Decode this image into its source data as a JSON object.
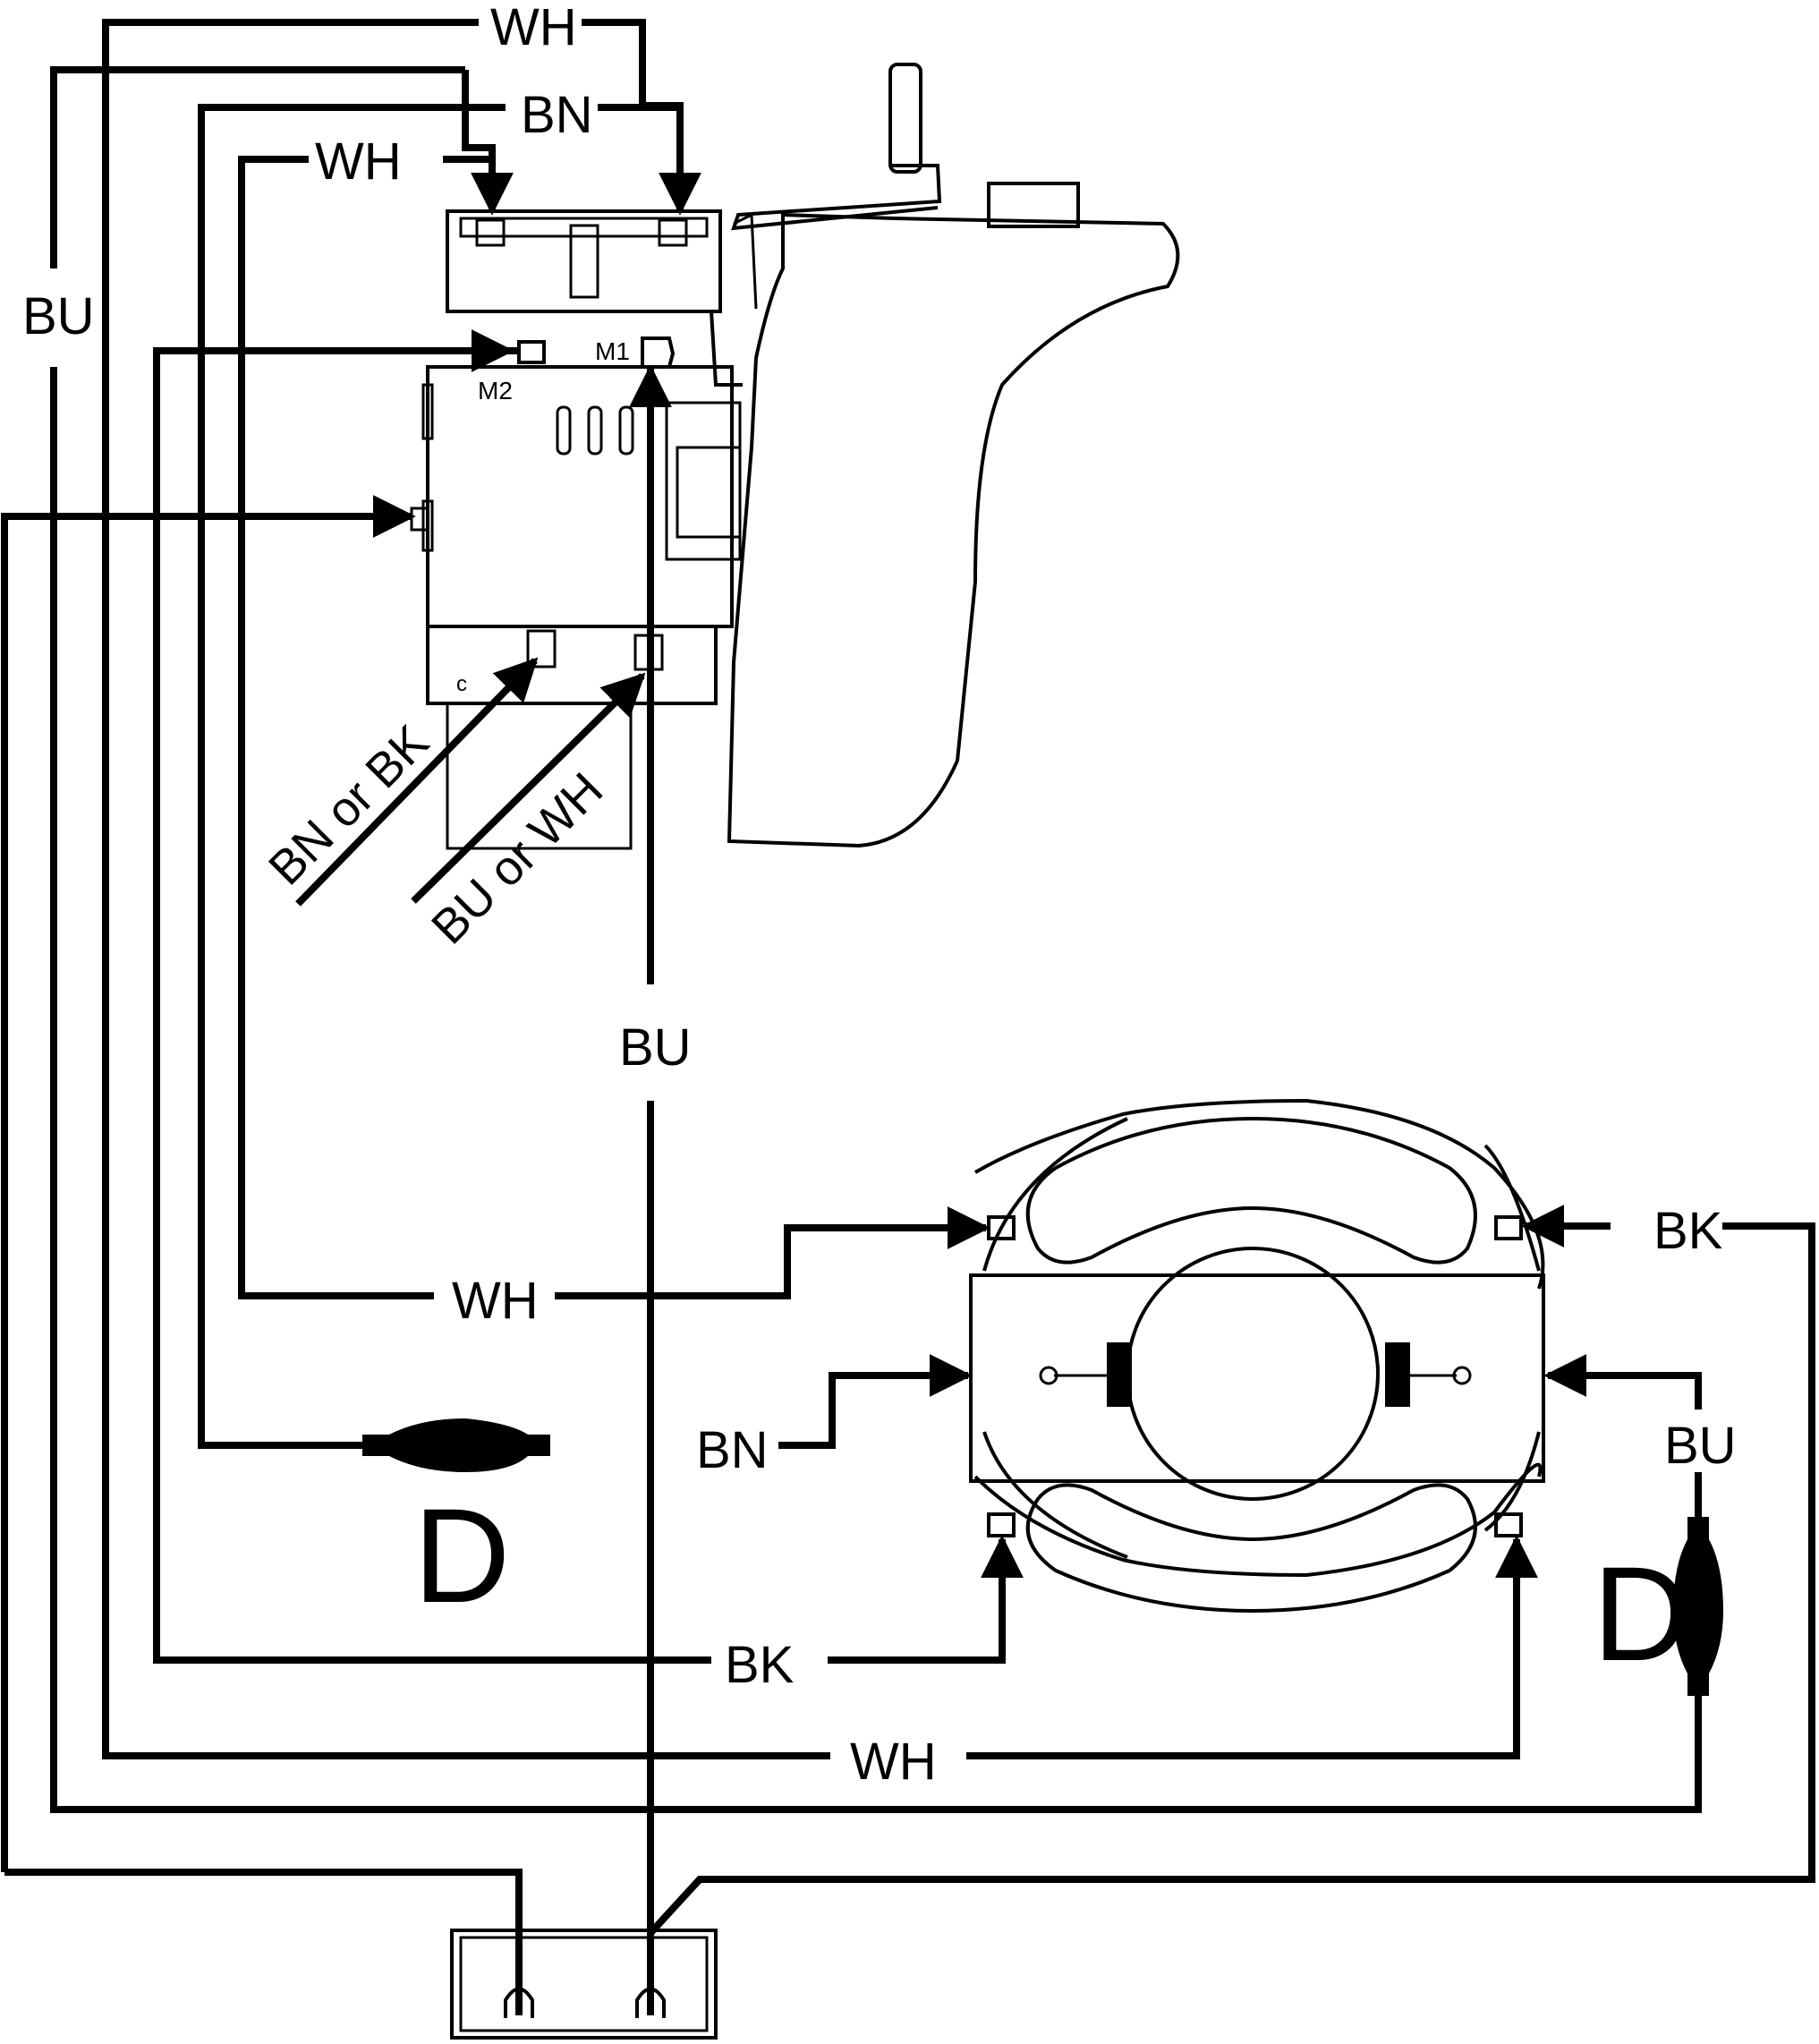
{
  "switch": {
    "terminal_m1": "M1",
    "terminal_m2": "M2",
    "terminal_c": "c"
  },
  "wire_labels": {
    "top_wh_outer": "WH",
    "top_bn": "BN",
    "top_wh_inner": "WH",
    "left_bu": "BU",
    "bn_or_bk": "BN or BK",
    "bu_or_wh": "BU or WH",
    "center_bu": "BU",
    "motor_wh_left": "WH",
    "motor_bn": "BN",
    "motor_bk_bottom": "BK",
    "motor_wh_bottom": "WH",
    "motor_bk_right": "BK",
    "motor_bu_right": "BU"
  },
  "suppressors": {
    "left_label": "D",
    "right_label": "D"
  },
  "colors": {
    "line": "#000000",
    "background": "#ffffff"
  }
}
